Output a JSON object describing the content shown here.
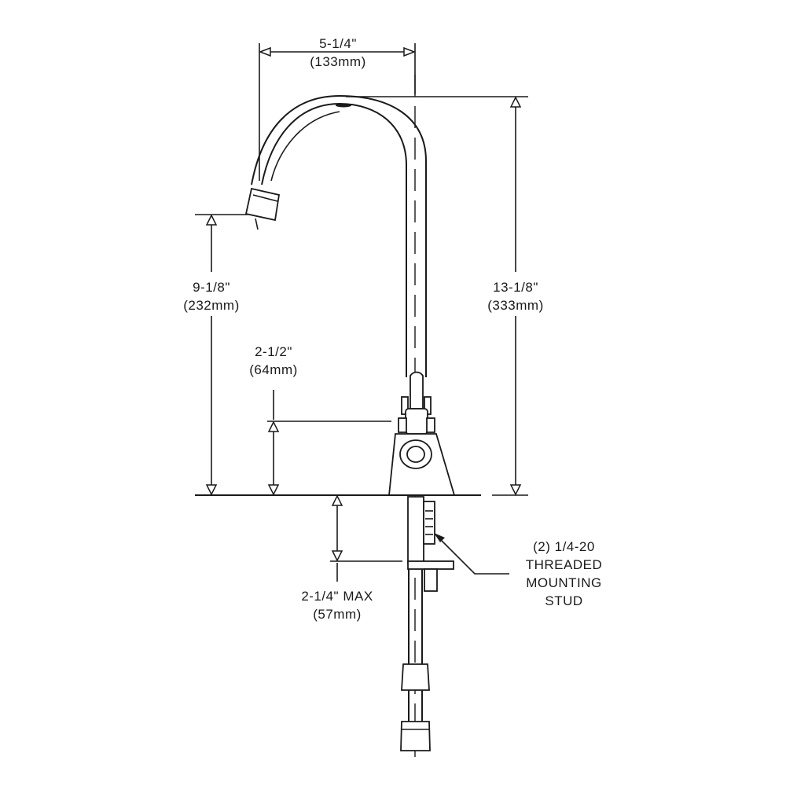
{
  "dimensions": {
    "spout_reach": {
      "imperial": "5-1/4\"",
      "metric": "(133mm)"
    },
    "overall_height": {
      "imperial": "13-1/8\"",
      "metric": "(333mm)"
    },
    "spout_clearance": {
      "imperial": "9-1/8\"",
      "metric": "(232mm)"
    },
    "handle_height": {
      "imperial": "2-1/2\"",
      "metric": "(64mm)"
    },
    "deck_thickness": {
      "imperial": "2-1/4\" MAX",
      "metric": "(57mm)"
    }
  },
  "callout": {
    "lines": [
      "(2) 1/4-20",
      "THREADED",
      "MOUNTING",
      "STUD"
    ]
  }
}
